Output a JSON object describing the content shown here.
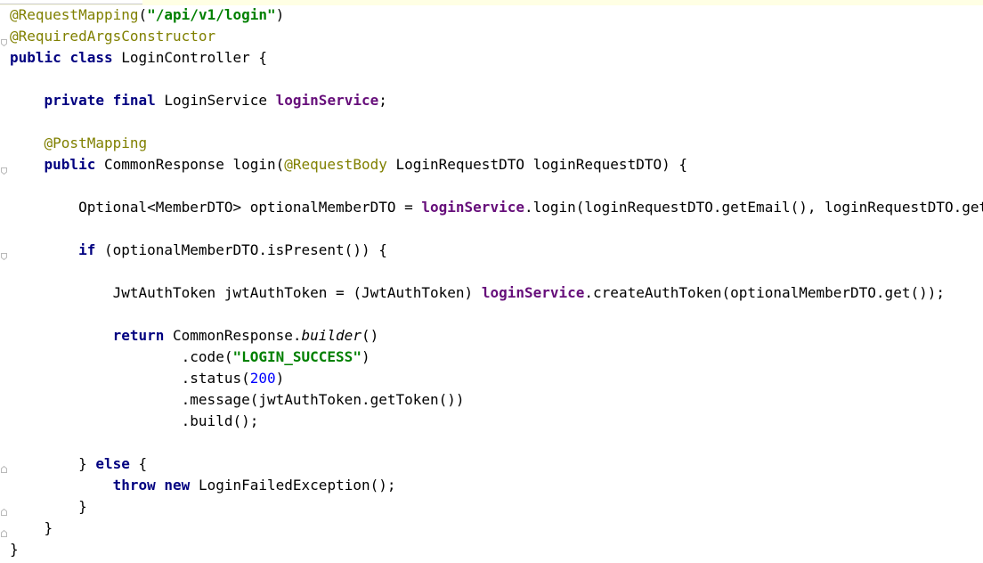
{
  "editor": {
    "lines": [
      [
        {
          "t": "@RequestMapping",
          "c": "ann"
        },
        {
          "t": "(",
          "c": "plain"
        },
        {
          "t": "\"/api/v1/login\"",
          "c": "str"
        },
        {
          "t": ")",
          "c": "plain"
        }
      ],
      [
        {
          "t": "@RequiredArgsConstructor",
          "c": "ann"
        }
      ],
      [
        {
          "t": "public",
          "c": "kw"
        },
        {
          "t": " ",
          "c": "plain"
        },
        {
          "t": "class",
          "c": "kw"
        },
        {
          "t": " LoginController {",
          "c": "plain"
        }
      ],
      [],
      [
        {
          "t": "    ",
          "c": "plain"
        },
        {
          "t": "private",
          "c": "kw"
        },
        {
          "t": " ",
          "c": "plain"
        },
        {
          "t": "final",
          "c": "kw"
        },
        {
          "t": " LoginService ",
          "c": "plain"
        },
        {
          "t": "loginService",
          "c": "fld"
        },
        {
          "t": ";",
          "c": "plain"
        }
      ],
      [],
      [
        {
          "t": "    ",
          "c": "plain"
        },
        {
          "t": "@PostMapping",
          "c": "ann"
        }
      ],
      [
        {
          "t": "    ",
          "c": "plain"
        },
        {
          "t": "public",
          "c": "kw"
        },
        {
          "t": " CommonResponse login(",
          "c": "plain"
        },
        {
          "t": "@RequestBody",
          "c": "ann"
        },
        {
          "t": " LoginRequestDTO loginRequestDTO) {",
          "c": "plain"
        }
      ],
      [],
      [
        {
          "t": "        Optional<MemberDTO> optionalMemberDTO = ",
          "c": "plain"
        },
        {
          "t": "loginService",
          "c": "fld"
        },
        {
          "t": ".login(loginRequestDTO.getEmail(), loginRequestDTO.getPassword());",
          "c": "plain"
        }
      ],
      [],
      [
        {
          "t": "        ",
          "c": "plain"
        },
        {
          "t": "if",
          "c": "kw"
        },
        {
          "t": " (optionalMemberDTO.isPresent()) {",
          "c": "plain"
        }
      ],
      [],
      [
        {
          "t": "            JwtAuthToken jwtAuthToken = (JwtAuthToken) ",
          "c": "plain"
        },
        {
          "t": "loginService",
          "c": "fld"
        },
        {
          "t": ".createAuthToken(optionalMemberDTO.get());",
          "c": "plain"
        }
      ],
      [],
      [
        {
          "t": "            ",
          "c": "plain"
        },
        {
          "t": "return",
          "c": "kw"
        },
        {
          "t": " CommonResponse.",
          "c": "plain"
        },
        {
          "t": "builder",
          "c": "it"
        },
        {
          "t": "()",
          "c": "plain"
        }
      ],
      [
        {
          "t": "                    .code(",
          "c": "plain"
        },
        {
          "t": "\"LOGIN_SUCCESS\"",
          "c": "str"
        },
        {
          "t": ")",
          "c": "plain"
        }
      ],
      [
        {
          "t": "                    .status(",
          "c": "plain"
        },
        {
          "t": "200",
          "c": "num"
        },
        {
          "t": ")",
          "c": "plain"
        }
      ],
      [
        {
          "t": "                    .message(jwtAuthToken.getToken())",
          "c": "plain"
        }
      ],
      [
        {
          "t": "                    .build();",
          "c": "plain"
        }
      ],
      [],
      [
        {
          "t": "        } ",
          "c": "plain"
        },
        {
          "t": "else",
          "c": "kw"
        },
        {
          "t": " {",
          "c": "plain"
        }
      ],
      [
        {
          "t": "            ",
          "c": "plain"
        },
        {
          "t": "throw",
          "c": "kw"
        },
        {
          "t": " ",
          "c": "plain"
        },
        {
          "t": "new",
          "c": "kw"
        },
        {
          "t": " LoginFailedException();",
          "c": "plain"
        }
      ],
      [
        {
          "t": "        }",
          "c": "plain"
        }
      ],
      [
        {
          "t": "    }",
          "c": "plain"
        }
      ],
      [
        {
          "t": "}",
          "c": "plain"
        }
      ]
    ],
    "fold_markers": [
      {
        "line": 1,
        "kind": "start"
      },
      {
        "line": 7,
        "kind": "start"
      },
      {
        "line": 11,
        "kind": "start"
      },
      {
        "line": 21,
        "kind": "end"
      },
      {
        "line": 23,
        "kind": "end"
      },
      {
        "line": 24,
        "kind": "end"
      }
    ],
    "colors": {
      "keyword": "#000080",
      "annotation": "#808000",
      "string": "#008000",
      "field": "#660e7a",
      "number": "#0000ff",
      "text": "#000000",
      "background": "#ffffff"
    }
  }
}
